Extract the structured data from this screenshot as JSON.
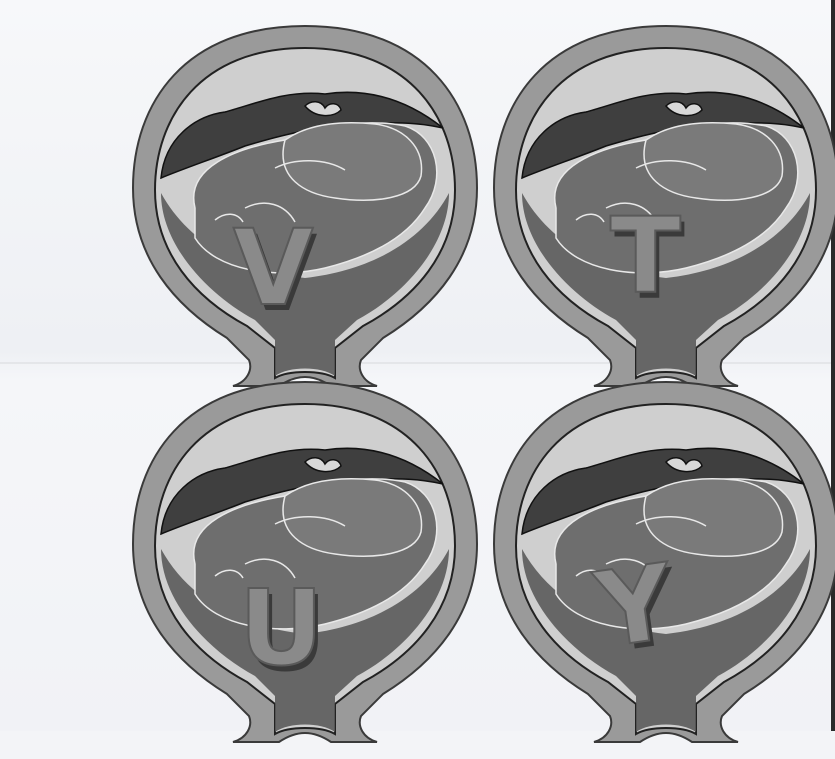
{
  "figure": {
    "panels": [
      {
        "id": "top-left",
        "letter": "V"
      },
      {
        "id": "top-right",
        "letter": "T"
      },
      {
        "id": "bottom-left",
        "letter": "U"
      },
      {
        "id": "bottom-right",
        "letter": "Y"
      }
    ]
  },
  "colors": {
    "paper": "#f3f4f7",
    "wall": "#9a9a9a",
    "cavity": "#cfcfcf",
    "fetus": "#6e6e6e",
    "placenta": "#4a4a4a",
    "letter": "#8a8a8a"
  }
}
